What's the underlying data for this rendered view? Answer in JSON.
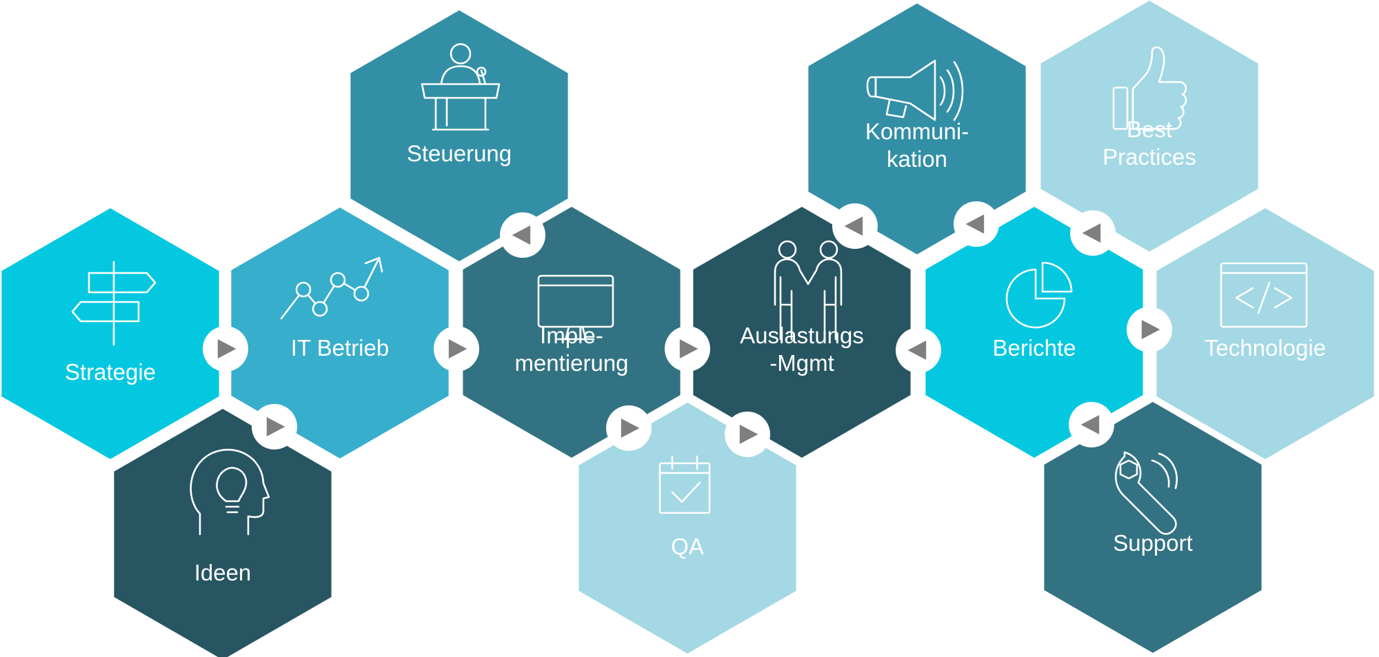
{
  "colors": {
    "cyan": "#04c8e0",
    "blue": "#37aecb",
    "teal": "#338fa5",
    "slate": "#327282",
    "dark": "#275562",
    "light": "#a3d8e4",
    "connector": "#ffffff",
    "connector_arrow": "#7f7f7f"
  },
  "hexagons": [
    {
      "id": "strategie",
      "lines": [
        "Strategie"
      ],
      "icon": "signpost-icon",
      "color": "cyan"
    },
    {
      "id": "it-betrieb",
      "lines": [
        "IT Betrieb"
      ],
      "icon": "line-chart-icon",
      "color": "blue"
    },
    {
      "id": "ideen",
      "lines": [
        "Ideen"
      ],
      "icon": "head-lightbulb-icon",
      "color": "dark"
    },
    {
      "id": "steuerung",
      "lines": [
        "Steuerung"
      ],
      "icon": "podium-speaker-icon",
      "color": "teal"
    },
    {
      "id": "implementierung",
      "lines": [
        "Imple-",
        "mentierung"
      ],
      "icon": "monitor-icon",
      "color": "slate"
    },
    {
      "id": "qa",
      "lines": [
        "QA"
      ],
      "icon": "calendar-check-icon",
      "color": "light"
    },
    {
      "id": "auslastungs-mgmt",
      "lines": [
        "Auslastungs",
        "-Mgmt"
      ],
      "icon": "handshake-people-icon",
      "color": "dark"
    },
    {
      "id": "kommunikation",
      "lines": [
        "Kommuni-",
        "kation"
      ],
      "icon": "megaphone-icon",
      "color": "teal"
    },
    {
      "id": "berichte",
      "lines": [
        "Berichte"
      ],
      "icon": "pie-chart-icon",
      "color": "cyan"
    },
    {
      "id": "best-practices",
      "lines": [
        "Best",
        "Practices"
      ],
      "icon": "thumbs-up-icon",
      "color": "light"
    },
    {
      "id": "technologie",
      "lines": [
        "Technologie"
      ],
      "icon": "code-window-icon",
      "color": "light"
    },
    {
      "id": "support",
      "lines": [
        "Support"
      ],
      "icon": "wrench-icon",
      "color": "slate"
    }
  ],
  "connectors": [
    {
      "id": "strategie-to-it-betrieb",
      "direction": "right"
    },
    {
      "id": "ideen-to-it-betrieb",
      "direction": "right"
    },
    {
      "id": "it-betrieb-to-implementierung",
      "direction": "right"
    },
    {
      "id": "implementierung-to-steuerung",
      "direction": "left"
    },
    {
      "id": "implementierung-to-auslastungs",
      "direction": "right"
    },
    {
      "id": "implementierung-to-qa",
      "direction": "right"
    },
    {
      "id": "qa-to-auslastungs",
      "direction": "right"
    },
    {
      "id": "auslastungs-to-kommunikation",
      "direction": "left"
    },
    {
      "id": "berichte-to-auslastungs",
      "direction": "left"
    },
    {
      "id": "berichte-to-kommunikation",
      "direction": "left"
    },
    {
      "id": "berichte-to-best-practices",
      "direction": "left"
    },
    {
      "id": "berichte-to-technologie",
      "direction": "right"
    },
    {
      "id": "berichte-to-support",
      "direction": "left"
    }
  ]
}
